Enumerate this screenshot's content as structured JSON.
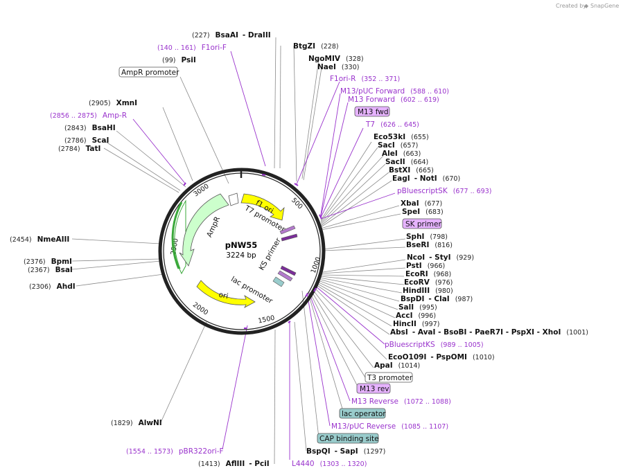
{
  "credit": {
    "created_by": "Created by",
    "brand": "SnapGene"
  },
  "plasmid": {
    "name": "pNW55",
    "size": "3224 bp"
  },
  "ticks": [
    "500",
    "1000",
    "1500",
    "2000",
    "2500",
    "3000"
  ],
  "features": {
    "f1ori": "f1 ori",
    "t7prom": "T7 promoter",
    "ampr": "AmpR",
    "ksprimer": "KS primer",
    "lacprom": "lac promoter",
    "ori": "ori"
  },
  "labels_top": [
    {
      "pos": "(227)",
      "name": "BsaAI",
      "extra": "- DraIII"
    },
    {
      "range": "(140 .. 161)",
      "name": "F1ori-F"
    },
    {
      "pos": "(99)",
      "name": "PsiI"
    },
    {
      "box": "AmpR promoter"
    },
    {
      "pos": "(2905)",
      "name": "XmnI"
    },
    {
      "range": "(2856 .. 2875)",
      "name": "Amp-R"
    },
    {
      "pos": "(2843)",
      "name": "BsaHI"
    },
    {
      "pos": "(2786)",
      "name": "ScaI"
    },
    {
      "pos": "(2784)",
      "name": "TatI"
    }
  ],
  "labels_left": [
    {
      "pos": "(2454)",
      "name": "NmeAIII"
    },
    {
      "pos": "(2376)",
      "name": "BpmI"
    },
    {
      "pos": "(2367)",
      "name": "BsaI"
    },
    {
      "pos": "(2306)",
      "name": "AhdI"
    },
    {
      "pos": "(1829)",
      "name": "AlwNI"
    },
    {
      "range": "(1554 .. 1573)",
      "name": "pBR322ori-F"
    },
    {
      "pos": "(1413)",
      "name": "AflIII",
      "extra": "- PciI"
    }
  ],
  "labels_right": [
    {
      "name": "BtgZI",
      "pos": "(228)"
    },
    {
      "name": "NgoMIV",
      "pos": "(328)"
    },
    {
      "name": "NaeI",
      "pos": "(330)"
    },
    {
      "name": "F1ori-R",
      "range": "(352 .. 371)"
    },
    {
      "name": "M13/pUC Forward",
      "range": "(588 .. 610)"
    },
    {
      "name": "M13 Forward",
      "range": "(602 .. 619)"
    },
    {
      "box": "M13 fwd"
    },
    {
      "name": "T7",
      "range": "(626 .. 645)"
    },
    {
      "name": "Eco53kI",
      "pos": "(655)"
    },
    {
      "name": "SacI",
      "pos": "(657)"
    },
    {
      "name": "AleI",
      "pos": "(663)"
    },
    {
      "name": "SacII",
      "pos": "(664)"
    },
    {
      "name": "BstXI",
      "pos": "(665)"
    },
    {
      "name": "EagI",
      "extra": "- NotI",
      "pos": "(670)"
    },
    {
      "name": "pBluescriptSK",
      "range": "(677 .. 693)"
    },
    {
      "name": "XbaI",
      "pos": "(677)"
    },
    {
      "name": "SpeI",
      "pos": "(683)"
    },
    {
      "box": "SK primer"
    },
    {
      "name": "SphI",
      "pos": "(798)"
    },
    {
      "name": "BseRI",
      "pos": "(816)"
    },
    {
      "name": "NcoI",
      "extra": "- StyI",
      "pos": "(929)"
    },
    {
      "name": "PstI",
      "pos": "(966)"
    },
    {
      "name": "EcoRI",
      "pos": "(968)"
    },
    {
      "name": "EcoRV",
      "pos": "(976)"
    },
    {
      "name": "HindIII",
      "pos": "(980)"
    },
    {
      "name": "BspDI",
      "extra": "- ClaI",
      "pos": "(987)"
    },
    {
      "name": "SalI",
      "pos": "(995)"
    },
    {
      "name": "AccI",
      "pos": "(996)"
    },
    {
      "name": "HincII",
      "pos": "(997)"
    },
    {
      "name": "AbsI",
      "extra": "- AvaI - BsoBI - PaeR7I - PspXI - XhoI",
      "pos": "(1001)"
    },
    {
      "name": "pBluescriptKS",
      "range": "(989 .. 1005)"
    },
    {
      "name": "EcoO109I",
      "extra": "- PspOMI",
      "pos": "(1010)"
    },
    {
      "name": "ApaI",
      "pos": "(1014)"
    },
    {
      "box": "T3 promoter"
    },
    {
      "box": "M13 rev"
    },
    {
      "name": "M13 Reverse",
      "range": "(1072 .. 1088)"
    },
    {
      "box": "lac operator"
    },
    {
      "name": "M13/pUC Reverse",
      "range": "(1085 .. 1107)"
    },
    {
      "box": "CAP binding site"
    },
    {
      "name": "BspQI",
      "extra": "- SapI",
      "pos": "(1297)"
    },
    {
      "name": "L4440",
      "range": "(1303 .. 1320)"
    }
  ],
  "colors": {
    "purple": "#9932cc",
    "feature_yellow": "#ffff00",
    "feature_green": "#ccffcc",
    "primer_box": "#e6b3ff",
    "cyan_box": "#99cccc"
  }
}
